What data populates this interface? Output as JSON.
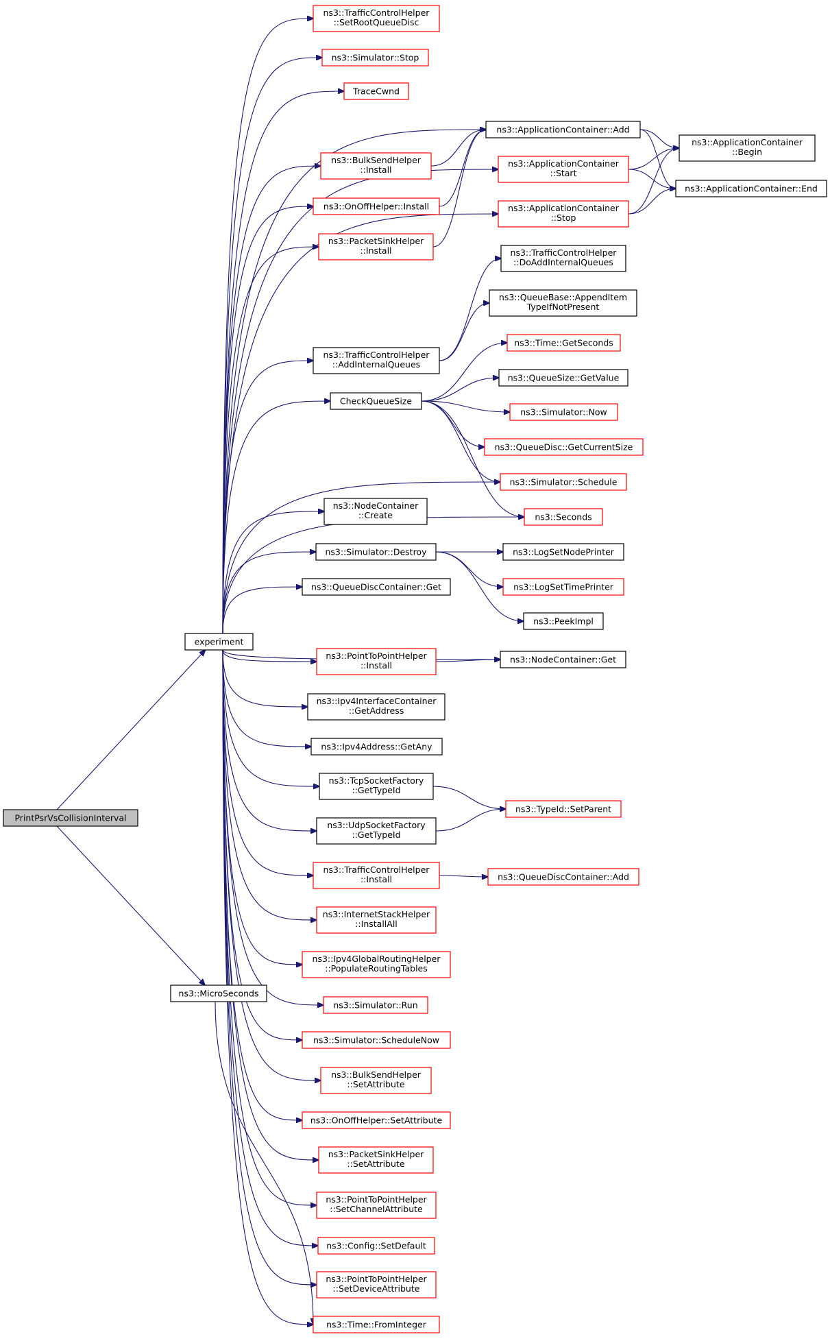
{
  "graph": {
    "nodes": [
      {
        "id": "PrintPsrVsCollisionInterval",
        "lines": [
          "PrintPsrVsCollisionInterval"
        ],
        "style": "root"
      },
      {
        "id": "experiment",
        "lines": [
          "experiment"
        ],
        "style": "black"
      },
      {
        "id": "MicroSeconds",
        "lines": [
          "ns3::MicroSeconds"
        ],
        "style": "black"
      },
      {
        "id": "TCH_SetRootQueueDisc",
        "lines": [
          "ns3::TrafficControlHelper",
          "::SetRootQueueDisc"
        ],
        "style": "red"
      },
      {
        "id": "Simulator_Stop",
        "lines": [
          "ns3::Simulator::Stop"
        ],
        "style": "red"
      },
      {
        "id": "TraceCwnd",
        "lines": [
          "TraceCwnd"
        ],
        "style": "red"
      },
      {
        "id": "AppC_Add",
        "lines": [
          "ns3::ApplicationContainer::Add"
        ],
        "style": "black"
      },
      {
        "id": "BulkSend_Install",
        "lines": [
          "ns3::BulkSendHelper",
          "::Install"
        ],
        "style": "red"
      },
      {
        "id": "OnOff_Install",
        "lines": [
          "ns3::OnOffHelper::Install"
        ],
        "style": "red"
      },
      {
        "id": "PacketSink_Install",
        "lines": [
          "ns3::PacketSinkHelper",
          "::Install"
        ],
        "style": "red"
      },
      {
        "id": "AppC_Start",
        "lines": [
          "ns3::ApplicationContainer",
          "::Start"
        ],
        "style": "red"
      },
      {
        "id": "AppC_Stop",
        "lines": [
          "ns3::ApplicationContainer",
          "::Stop"
        ],
        "style": "red"
      },
      {
        "id": "AppC_Begin",
        "lines": [
          "ns3::ApplicationContainer",
          "::Begin"
        ],
        "style": "black"
      },
      {
        "id": "AppC_End",
        "lines": [
          "ns3::ApplicationContainer::End"
        ],
        "style": "black"
      },
      {
        "id": "TCH_DoAddInternalQueues",
        "lines": [
          "ns3::TrafficControlHelper",
          "::DoAddInternalQueues"
        ],
        "style": "black"
      },
      {
        "id": "QueueBase_Append",
        "lines": [
          "ns3::QueueBase::AppendItem",
          "TypeIfNotPresent"
        ],
        "style": "black"
      },
      {
        "id": "TCH_AddInternalQueues",
        "lines": [
          "ns3::TrafficControlHelper",
          "::AddInternalQueues"
        ],
        "style": "black"
      },
      {
        "id": "CheckQueueSize",
        "lines": [
          "CheckQueueSize"
        ],
        "style": "black"
      },
      {
        "id": "Time_GetSeconds",
        "lines": [
          "ns3::Time::GetSeconds"
        ],
        "style": "red"
      },
      {
        "id": "QueueSize_GetValue",
        "lines": [
          "ns3::QueueSize::GetValue"
        ],
        "style": "black"
      },
      {
        "id": "Simulator_Now",
        "lines": [
          "ns3::Simulator::Now"
        ],
        "style": "red"
      },
      {
        "id": "QueueDisc_GetCurrentSize",
        "lines": [
          "ns3::QueueDisc::GetCurrentSize"
        ],
        "style": "red"
      },
      {
        "id": "Simulator_Schedule",
        "lines": [
          "ns3::Simulator::Schedule"
        ],
        "style": "red"
      },
      {
        "id": "Seconds",
        "lines": [
          "ns3::Seconds"
        ],
        "style": "red"
      },
      {
        "id": "NodeContainer_Create",
        "lines": [
          "ns3::NodeContainer",
          "::Create"
        ],
        "style": "black"
      },
      {
        "id": "Simulator_Destroy",
        "lines": [
          "ns3::Simulator::Destroy"
        ],
        "style": "black"
      },
      {
        "id": "LogSetNodePrinter",
        "lines": [
          "ns3::LogSetNodePrinter"
        ],
        "style": "black"
      },
      {
        "id": "QDC_Get",
        "lines": [
          "ns3::QueueDiscContainer::Get"
        ],
        "style": "black"
      },
      {
        "id": "LogSetTimePrinter",
        "lines": [
          "ns3::LogSetTimePrinter"
        ],
        "style": "red"
      },
      {
        "id": "PeekImpl",
        "lines": [
          "ns3::PeekImpl"
        ],
        "style": "black"
      },
      {
        "id": "P2P_Install",
        "lines": [
          "ns3::PointToPointHelper",
          "::Install"
        ],
        "style": "red"
      },
      {
        "id": "NodeContainer_Get",
        "lines": [
          "ns3::NodeContainer::Get"
        ],
        "style": "black"
      },
      {
        "id": "Ipv4IC_GetAddress",
        "lines": [
          "ns3::Ipv4InterfaceContainer",
          "::GetAddress"
        ],
        "style": "black"
      },
      {
        "id": "Ipv4Address_GetAny",
        "lines": [
          "ns3::Ipv4Address::GetAny"
        ],
        "style": "black"
      },
      {
        "id": "TcpSF_GetTypeId",
        "lines": [
          "ns3::TcpSocketFactory",
          "::GetTypeId"
        ],
        "style": "black"
      },
      {
        "id": "TypeId_SetParent",
        "lines": [
          "ns3::TypeId::SetParent"
        ],
        "style": "red"
      },
      {
        "id": "UdpSF_GetTypeId",
        "lines": [
          "ns3::UdpSocketFactory",
          "::GetTypeId"
        ],
        "style": "black"
      },
      {
        "id": "TCH_Install",
        "lines": [
          "ns3::TrafficControlHelper",
          "::Install"
        ],
        "style": "red"
      },
      {
        "id": "QDC_Add",
        "lines": [
          "ns3::QueueDiscContainer::Add"
        ],
        "style": "red"
      },
      {
        "id": "ISH_InstallAll",
        "lines": [
          "ns3::InternetStackHelper",
          "::InstallAll"
        ],
        "style": "red"
      },
      {
        "id": "Ipv4GRH_Populate",
        "lines": [
          "ns3::Ipv4GlobalRoutingHelper",
          "::PopulateRoutingTables"
        ],
        "style": "red"
      },
      {
        "id": "Simulator_Run",
        "lines": [
          "ns3::Simulator::Run"
        ],
        "style": "red"
      },
      {
        "id": "Simulator_ScheduleNow",
        "lines": [
          "ns3::Simulator::ScheduleNow"
        ],
        "style": "red"
      },
      {
        "id": "BulkSend_SetAttribute",
        "lines": [
          "ns3::BulkSendHelper",
          "::SetAttribute"
        ],
        "style": "red"
      },
      {
        "id": "OnOff_SetAttribute",
        "lines": [
          "ns3::OnOffHelper::SetAttribute"
        ],
        "style": "red"
      },
      {
        "id": "PacketSink_SetAttribute",
        "lines": [
          "ns3::PacketSinkHelper",
          "::SetAttribute"
        ],
        "style": "red"
      },
      {
        "id": "P2P_SetChannelAttribute",
        "lines": [
          "ns3::PointToPointHelper",
          "::SetChannelAttribute"
        ],
        "style": "red"
      },
      {
        "id": "Config_SetDefault",
        "lines": [
          "ns3::Config::SetDefault"
        ],
        "style": "red"
      },
      {
        "id": "P2P_SetDeviceAttribute",
        "lines": [
          "ns3::PointToPointHelper",
          "::SetDeviceAttribute"
        ],
        "style": "red"
      },
      {
        "id": "Time_FromInteger",
        "lines": [
          "ns3::Time::FromInteger"
        ],
        "style": "red"
      }
    ],
    "edges": [
      [
        "PrintPsrVsCollisionInterval",
        "experiment"
      ],
      [
        "PrintPsrVsCollisionInterval",
        "MicroSeconds"
      ],
      [
        "MicroSeconds",
        "Time_FromInteger"
      ],
      [
        "experiment",
        "TCH_SetRootQueueDisc"
      ],
      [
        "experiment",
        "Simulator_Stop"
      ],
      [
        "experiment",
        "TraceCwnd"
      ],
      [
        "experiment",
        "AppC_Add"
      ],
      [
        "experiment",
        "BulkSend_Install"
      ],
      [
        "experiment",
        "OnOff_Install"
      ],
      [
        "experiment",
        "PacketSink_Install"
      ],
      [
        "experiment",
        "AppC_Start"
      ],
      [
        "experiment",
        "AppC_Stop"
      ],
      [
        "experiment",
        "TCH_AddInternalQueues"
      ],
      [
        "experiment",
        "CheckQueueSize"
      ],
      [
        "experiment",
        "Simulator_Schedule"
      ],
      [
        "experiment",
        "Seconds"
      ],
      [
        "experiment",
        "NodeContainer_Create"
      ],
      [
        "experiment",
        "Simulator_Destroy"
      ],
      [
        "experiment",
        "QDC_Get"
      ],
      [
        "experiment",
        "NodeContainer_Get"
      ],
      [
        "experiment",
        "P2P_Install"
      ],
      [
        "experiment",
        "Ipv4IC_GetAddress"
      ],
      [
        "experiment",
        "Ipv4Address_GetAny"
      ],
      [
        "experiment",
        "TcpSF_GetTypeId"
      ],
      [
        "experiment",
        "UdpSF_GetTypeId"
      ],
      [
        "experiment",
        "TCH_Install"
      ],
      [
        "experiment",
        "ISH_InstallAll"
      ],
      [
        "experiment",
        "Ipv4GRH_Populate"
      ],
      [
        "experiment",
        "Simulator_Run"
      ],
      [
        "experiment",
        "Simulator_ScheduleNow"
      ],
      [
        "experiment",
        "BulkSend_SetAttribute"
      ],
      [
        "experiment",
        "OnOff_SetAttribute"
      ],
      [
        "experiment",
        "PacketSink_SetAttribute"
      ],
      [
        "experiment",
        "P2P_SetChannelAttribute"
      ],
      [
        "experiment",
        "Config_SetDefault"
      ],
      [
        "experiment",
        "P2P_SetDeviceAttribute"
      ],
      [
        "experiment",
        "Time_FromInteger"
      ],
      [
        "BulkSend_Install",
        "AppC_Add"
      ],
      [
        "OnOff_Install",
        "AppC_Add"
      ],
      [
        "PacketSink_Install",
        "AppC_Add"
      ],
      [
        "AppC_Add",
        "AppC_Begin"
      ],
      [
        "AppC_Add",
        "AppC_End"
      ],
      [
        "AppC_Start",
        "AppC_Begin"
      ],
      [
        "AppC_Start",
        "AppC_End"
      ],
      [
        "AppC_Stop",
        "AppC_Begin"
      ],
      [
        "AppC_Stop",
        "AppC_End"
      ],
      [
        "TCH_AddInternalQueues",
        "TCH_DoAddInternalQueues"
      ],
      [
        "TCH_AddInternalQueues",
        "QueueBase_Append"
      ],
      [
        "CheckQueueSize",
        "Time_GetSeconds"
      ],
      [
        "CheckQueueSize",
        "QueueSize_GetValue"
      ],
      [
        "CheckQueueSize",
        "Simulator_Now"
      ],
      [
        "CheckQueueSize",
        "QueueDisc_GetCurrentSize"
      ],
      [
        "CheckQueueSize",
        "Simulator_Schedule"
      ],
      [
        "CheckQueueSize",
        "Seconds"
      ],
      [
        "Simulator_Destroy",
        "LogSetNodePrinter"
      ],
      [
        "Simulator_Destroy",
        "LogSetTimePrinter"
      ],
      [
        "Simulator_Destroy",
        "PeekImpl"
      ],
      [
        "P2P_Install",
        "NodeContainer_Get"
      ],
      [
        "TcpSF_GetTypeId",
        "TypeId_SetParent"
      ],
      [
        "UdpSF_GetTypeId",
        "TypeId_SetParent"
      ],
      [
        "TCH_Install",
        "QDC_Add"
      ]
    ]
  }
}
